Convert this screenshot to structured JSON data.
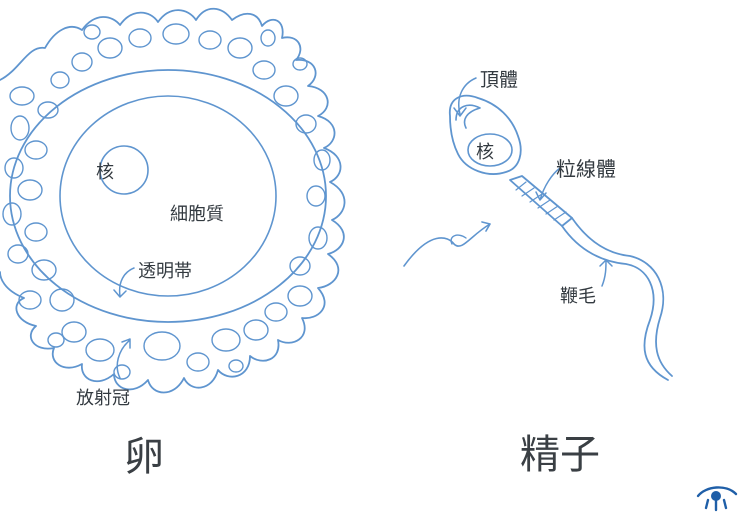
{
  "egg": {
    "title": "卵",
    "labels": {
      "nucleus": "核",
      "cytoplasm": "細胞質",
      "zona": "透明帯",
      "corona": "放射冠"
    }
  },
  "sperm": {
    "title": "精子",
    "labels": {
      "acrosome": "頂體",
      "nucleus": "核",
      "mitochondria": "粒線體",
      "flagellum": "鞭毛"
    }
  },
  "colors": {
    "ink": "#5f95cf",
    "text": "#333a40"
  },
  "logo": {
    "icon": "eye-logo-icon"
  }
}
